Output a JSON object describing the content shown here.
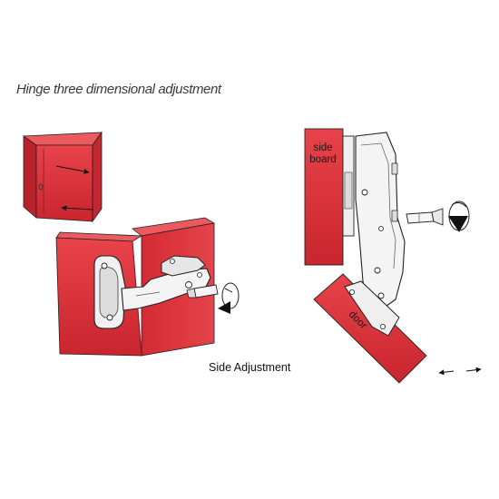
{
  "title": "Hinge three dimensional adjustment",
  "caption": "Side Adjustment",
  "labels": {
    "side_board_line1": "side",
    "side_board_line2": "board",
    "door": "door"
  },
  "colors": {
    "panel_red": "#e0313a",
    "panel_red_dark": "#b8222b",
    "panel_red_light": "#ec5a5f",
    "metal": "#eeeeee",
    "outline": "#1f1f1f"
  },
  "icons": [
    "screwdriver-icon",
    "rotation-arrow-icon",
    "direction-arrow-icon"
  ]
}
